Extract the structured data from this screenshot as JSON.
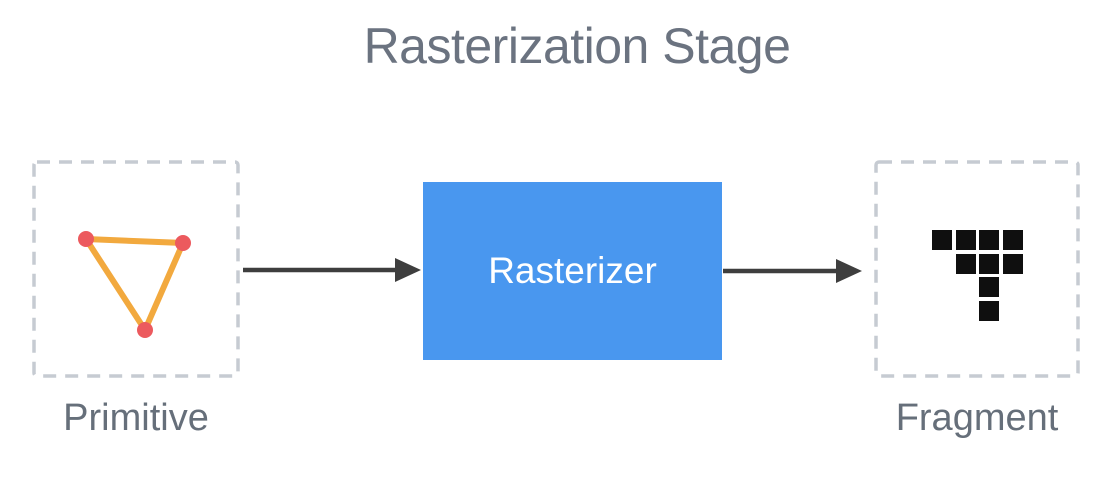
{
  "diagram": {
    "title": "Rasterization Stage",
    "nodes": {
      "primitive": {
        "label": "Primitive",
        "icon": "triangle-primitive-icon"
      },
      "rasterizer": {
        "label": "Rasterizer"
      },
      "fragment": {
        "label": "Fragment",
        "icon": "fragment-pixels-icon",
        "pixel_rows": [
          "1111",
          "0111",
          "0010",
          "0010"
        ]
      }
    },
    "arrows": [
      {
        "from": "Primitive",
        "to": "Rasterizer"
      },
      {
        "from": "Rasterizer",
        "to": "Fragment"
      }
    ]
  },
  "colors": {
    "bg": "#ffffff",
    "title-text": "#6b7380",
    "label-text": "#666f7a",
    "box-blue": "#4997ef",
    "box-text": "#ffffff",
    "dashed-border": "#c6cbd2",
    "arrow": "#3e3e3e",
    "triangle-stroke": "#f2a93e",
    "vertex-dot": "#ec5a5e",
    "pixel-fill": "#0f0f0f"
  }
}
